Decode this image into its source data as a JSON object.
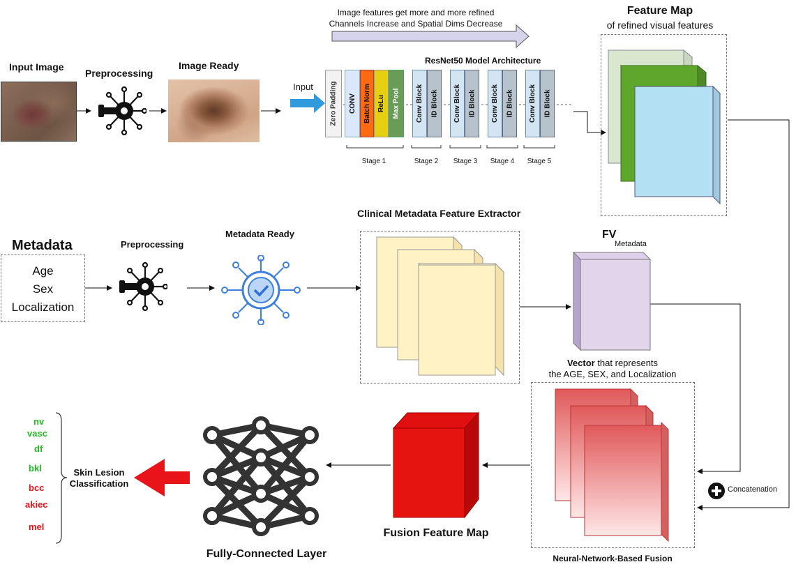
{
  "top": {
    "refine_line1": "Image features get more and more refined",
    "refine_line2": "Channels Increase and Spatial Dims Decrease",
    "input_image": "Input Image",
    "preprocessing": "Preprocessing",
    "image_ready": "Image Ready",
    "input": "Input",
    "resnet_title": "ResNet50 Model Architecture",
    "zero_padding": "Zero Padding",
    "conv": "CONV",
    "batch_norm": "Batch Norm",
    "relu": "ReLu",
    "max_pool": "Max Pool",
    "conv_block": "Conv Block",
    "id_block": "ID Block",
    "stages": [
      "Stage 1",
      "Stage 2",
      "Stage 3",
      "Stage 4",
      "Stage 5"
    ],
    "feature_map_title": "Feature Map",
    "feature_map_sub": "of refined visual features"
  },
  "middle": {
    "metadata_title": "Metadata",
    "fields": [
      "Age",
      "Sex",
      "Localization"
    ],
    "preprocessing": "Preprocessing",
    "metadata_ready": "Metadata Ready",
    "extractor_title": "Clinical Metadata Feature Extractor",
    "fv": "FV",
    "fv_sub": "Metadata",
    "vector_bold": "Vector",
    "vector_rest": " that represents",
    "vector_line2": "the AGE, SEX, and Localization"
  },
  "bottom": {
    "classes": [
      {
        "label": "nv",
        "color": "#22bb22"
      },
      {
        "label": "vasc",
        "color": "#22bb22"
      },
      {
        "label": "df",
        "color": "#22bb22"
      },
      {
        "label": "bkl",
        "color": "#22bb22"
      },
      {
        "label": "bcc",
        "color": "#e8141a"
      },
      {
        "label": "akiec",
        "color": "#e8141a"
      },
      {
        "label": "mel",
        "color": "#e8141a"
      }
    ],
    "classification_line1": "Skin Lesion",
    "classification_line2": "Classification",
    "fc_layer": "Fully-Connected Layer",
    "fusion_map": "Fusion Feature Map",
    "concatenation": "Concatenation",
    "nn_fusion": "Neural-Network-Based Fusion"
  }
}
